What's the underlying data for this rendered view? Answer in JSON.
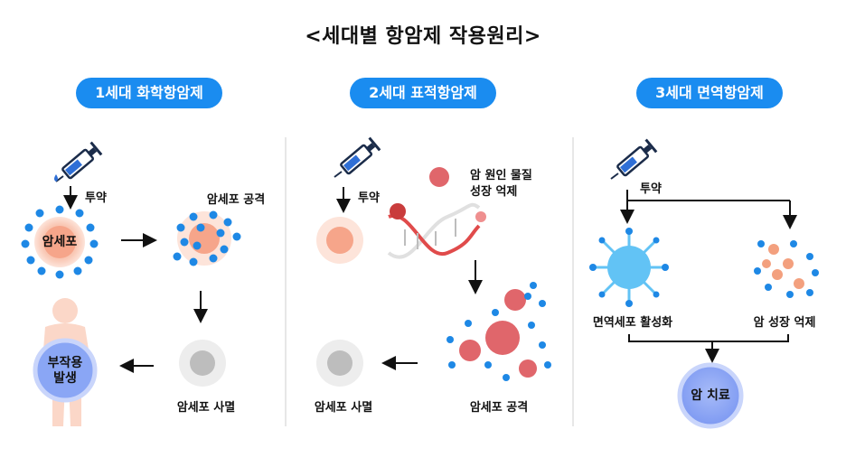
{
  "title": "<세대별 항암제 작용원리>",
  "columns": [
    {
      "header": "1세대 화학항암제",
      "dose_label": "투약",
      "cancer_cell_label": "암세포",
      "attack_label": "암세포 공격",
      "death_label": "암세포 사멸",
      "side_effect_label": "부작용 발생"
    },
    {
      "header": "2세대 표적항암제",
      "dose_label": "투약",
      "inhibit_label": "암 원인 물질 성장 억제",
      "attack_label": "암세포 공격",
      "death_label": "암세포 사멸"
    },
    {
      "header": "3세대 면역항암제",
      "dose_label": "투약",
      "immune_label": "면역세포 활성화",
      "growth_label": "암 성장 억제",
      "result_label": "암 치료"
    }
  ],
  "colors": {
    "header_blue": "#1a8cf0",
    "dot_blue": "#1e88e5",
    "cell_pink": "#f7b49c",
    "cell_core": "#f3866a",
    "virus_red": "#e0666b",
    "dead_gray": "#d9d9d9",
    "immune_blue": "#62c3f5",
    "treat_blue": "#8aa6f5"
  }
}
